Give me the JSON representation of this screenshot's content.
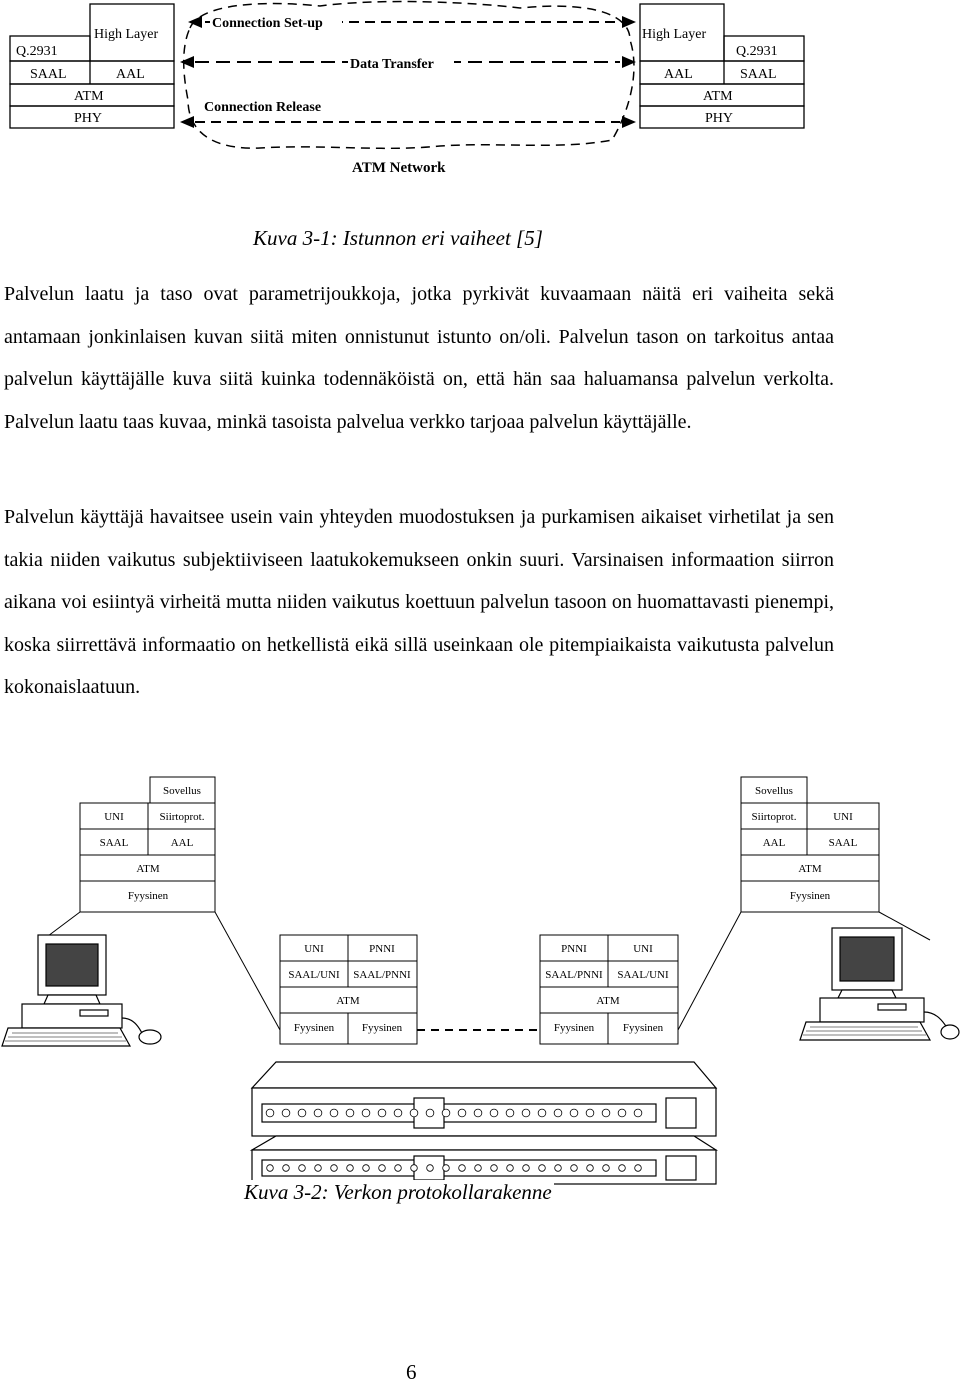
{
  "figure1": {
    "left_stack": {
      "top_left": "Q.2931",
      "top_right": "High Layer",
      "row2": [
        "SAAL",
        "AAL"
      ],
      "row3": "ATM",
      "row4": "PHY"
    },
    "right_stack": {
      "top_left": "High Layer",
      "top_right": "Q.2931",
      "row2": [
        "AAL",
        "SAAL"
      ],
      "row3": "ATM",
      "row4": "PHY"
    },
    "phases": {
      "setup": "Connection Set-up",
      "transfer": "Data Transfer",
      "release": "Connection Release"
    },
    "network_label": "ATM Network",
    "caption": "Kuva 3-1: Istunnon eri vaiheet [5]"
  },
  "paragraphs": [
    "Palvelun laatu ja taso ovat parametrijoukkoja, jotka pyrkivät kuvaamaan näitä eri vaiheita sekä antamaan jonkinlaisen kuvan siitä miten onnistunut istunto on/oli. Palvelun tason on tarkoitus antaa palvelun käyttäjälle kuva siitä kuinka todennäköistä on, että hän saa haluamansa palvelun verkolta. Palvelun laatu taas kuvaa, minkä tasoista palvelua verkko tarjoaa palvelun käyttäjälle.",
    "Palvelun käyttäjä havaitsee usein vain yhteyden muodostuksen ja purkamisen aikaiset virhetilat ja sen takia niiden vaikutus subjektiiviseen laatukokemukseen onkin suuri. Varsinaisen informaation siirron aikana voi esiintyä virheitä mutta niiden vaikutus koettuun palvelun tasoon on huomattavasti pienempi, koska siirrettävä informaatio on hetkellistä eikä sillä useinkaan ole pitempiaikaista vaikutusta palvelun kokonaislaatuun."
  ],
  "figure2": {
    "left_host": {
      "app": "Sovellus",
      "row1": [
        "UNI",
        "Siirtoprot."
      ],
      "row2": [
        "SAAL",
        "AAL"
      ],
      "row3": "ATM",
      "row4": "Fyysinen"
    },
    "right_host": {
      "app": "Sovellus",
      "row1": [
        "Siirtoprot.",
        "UNI"
      ],
      "row2": [
        "AAL",
        "SAAL"
      ],
      "row3": "ATM",
      "row4": "Fyysinen"
    },
    "switch_left": {
      "row1": [
        "UNI",
        "PNNI"
      ],
      "row2": [
        "SAAL/UNI",
        "SAAL/PNNI"
      ],
      "row3": "ATM",
      "row4": [
        "Fyysinen",
        "Fyysinen"
      ]
    },
    "switch_right": {
      "row1": [
        "PNNI",
        "UNI"
      ],
      "row2": [
        "SAAL/PNNI",
        "SAAL/UNI"
      ],
      "row3": "ATM",
      "row4": [
        "Fyysinen",
        "Fyysinen"
      ]
    },
    "caption": "Kuva 3-2: Verkon protokollarakenne"
  },
  "page_number": "6"
}
